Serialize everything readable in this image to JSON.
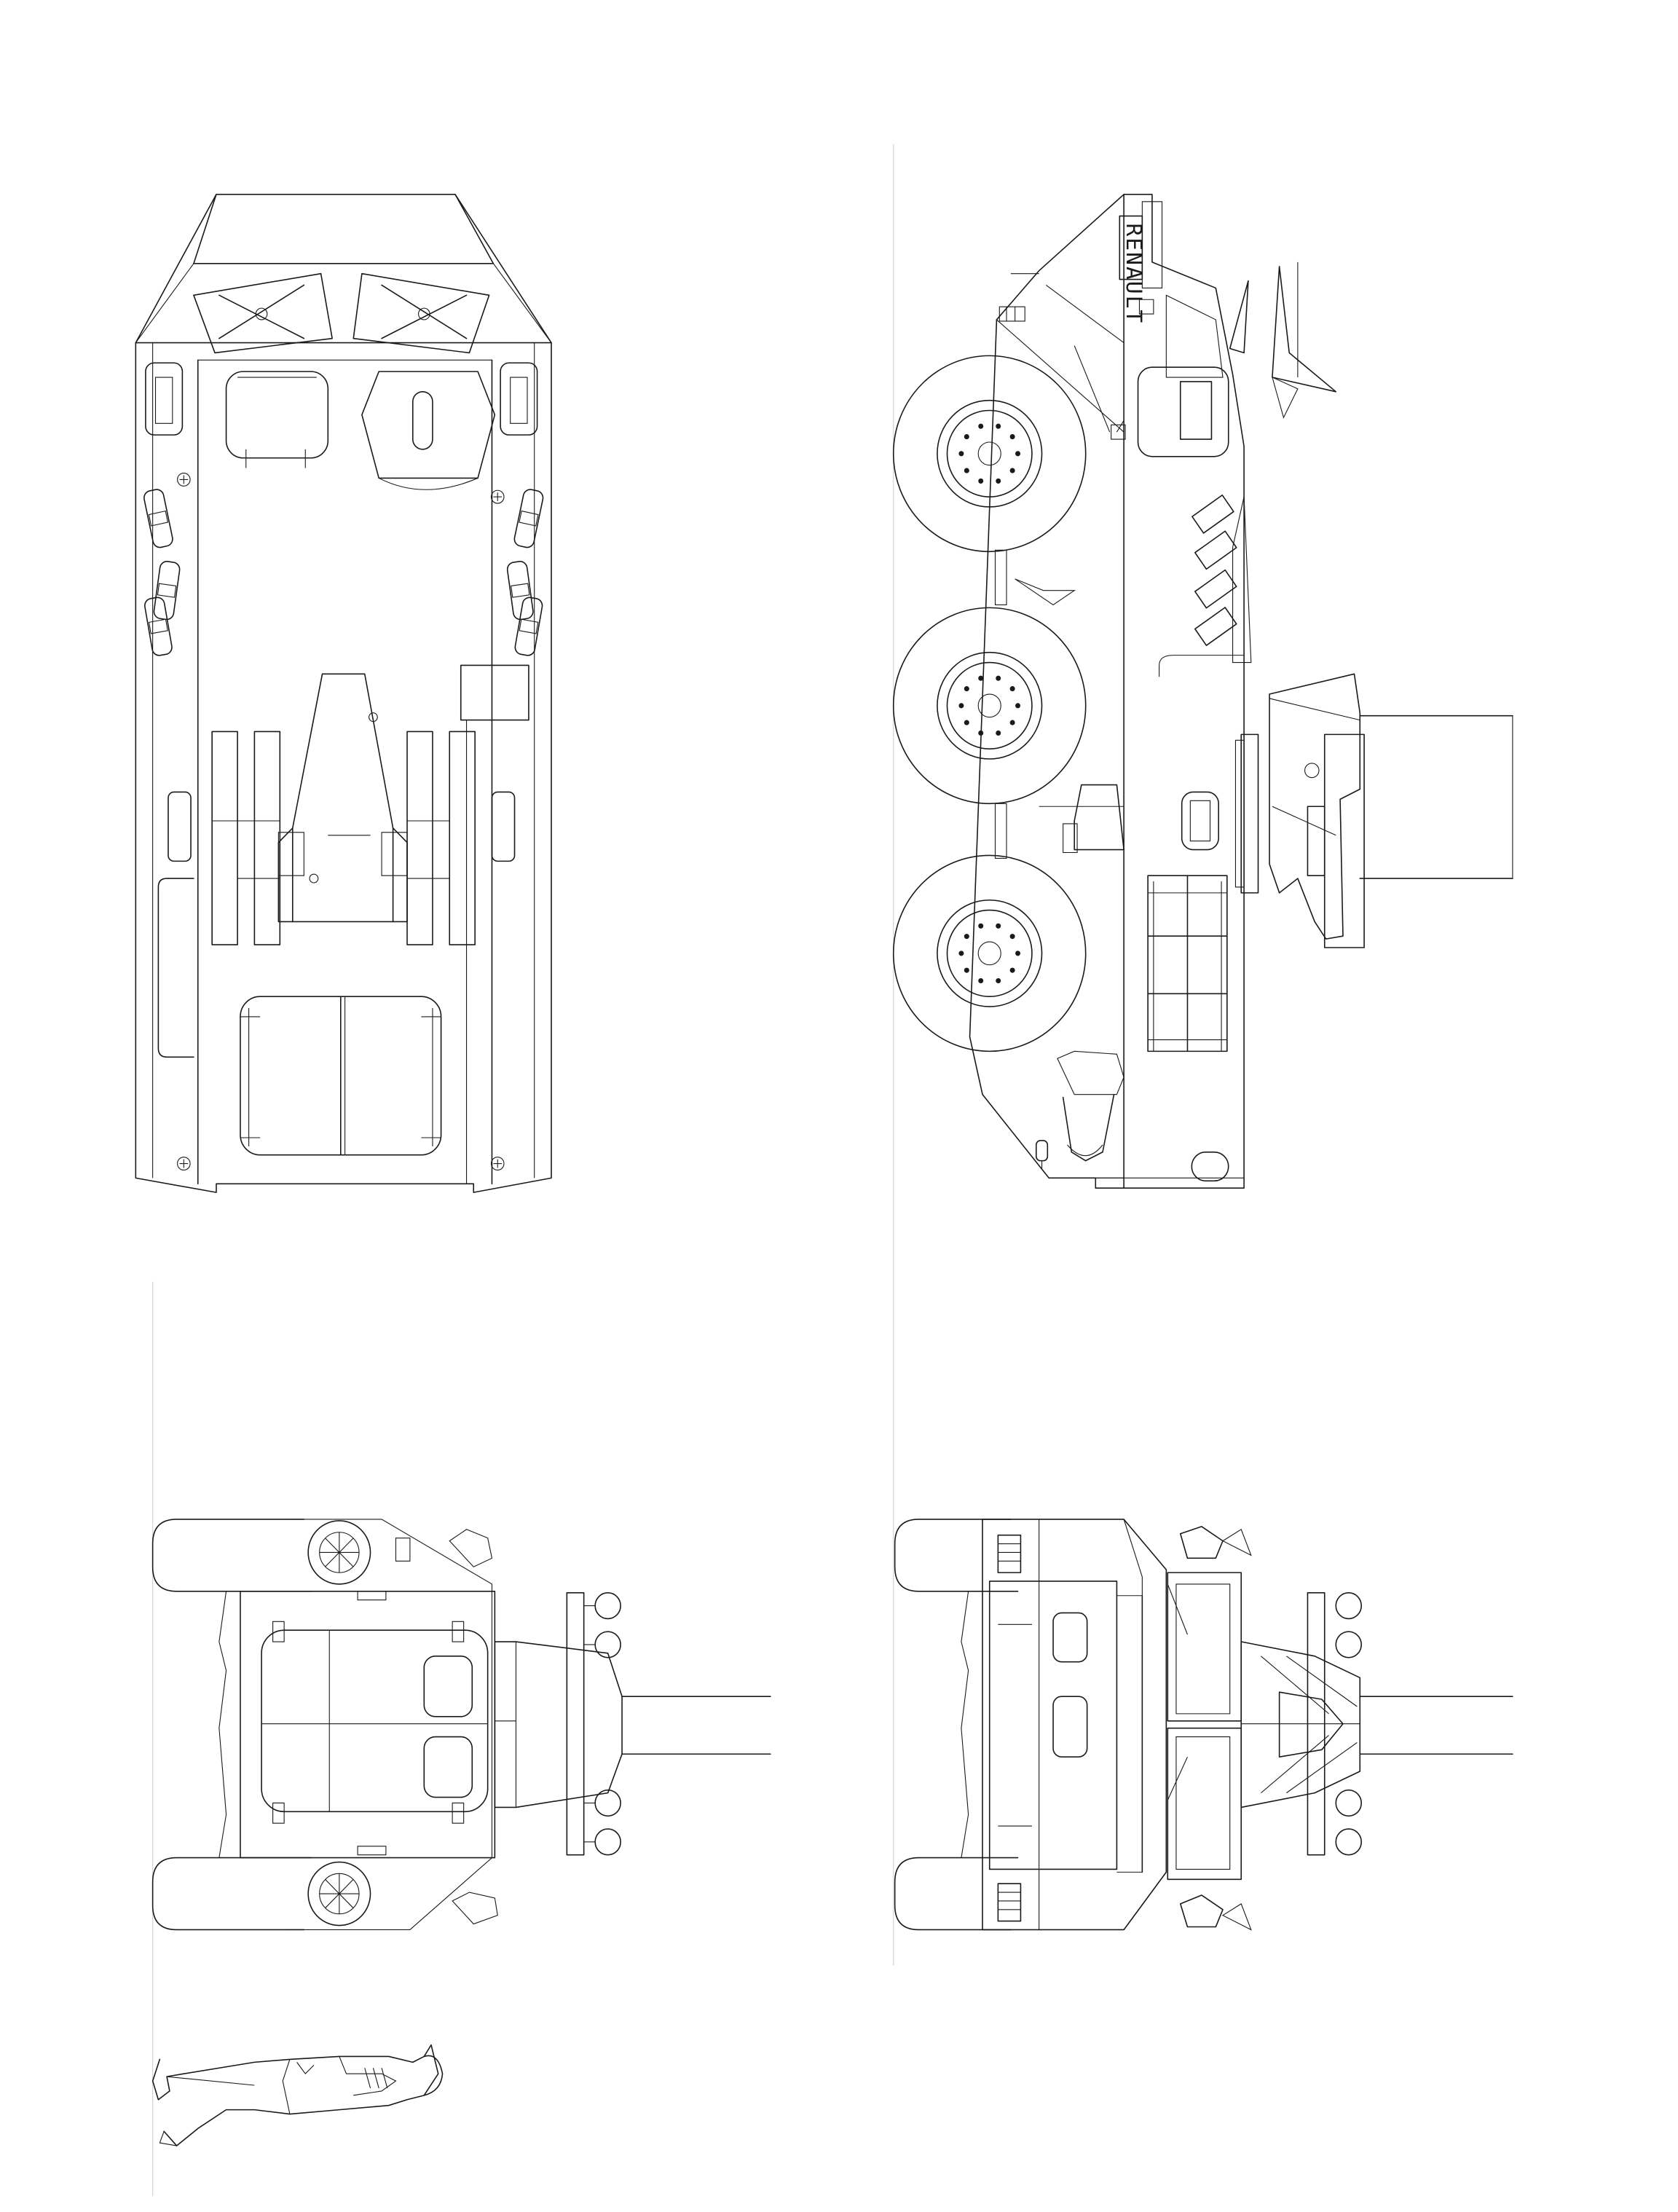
{
  "drawing": {
    "views": [
      {
        "id": "top-view"
      },
      {
        "id": "left-side-view"
      },
      {
        "id": "rear-view"
      },
      {
        "id": "front-view"
      },
      {
        "id": "scale-figure"
      }
    ],
    "hull_marking": "RENAULT"
  }
}
